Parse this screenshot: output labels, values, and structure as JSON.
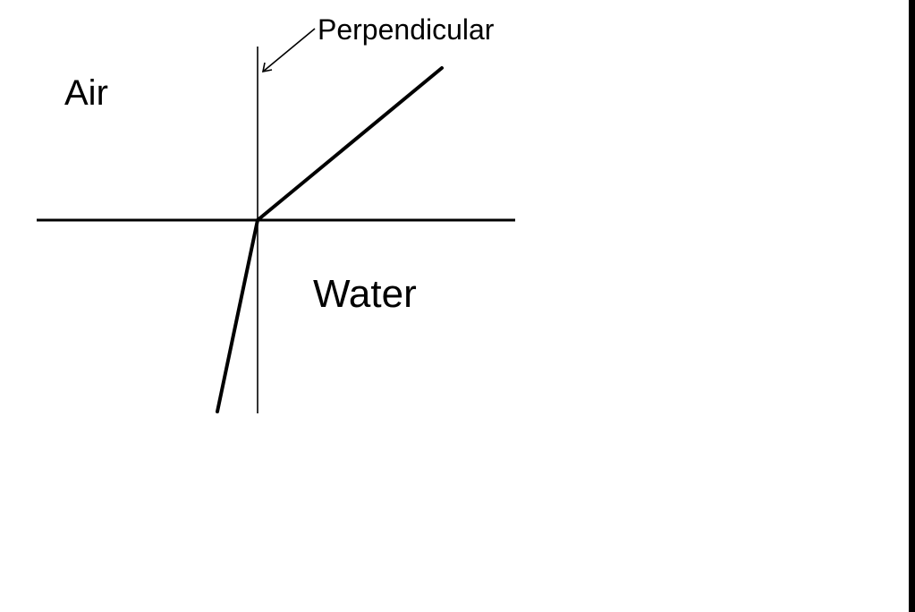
{
  "diagram": {
    "labels": {
      "perpendicular": "Perpendicular",
      "upper_medium": "Air",
      "lower_medium": "Water"
    },
    "elements": {
      "surface_line": "surface",
      "normal_line": "perpendicular",
      "incident_ray": "ray in air",
      "refracted_ray": "ray in water",
      "pointer": "arrow pointing to perpendicular"
    },
    "colors": {
      "background": "#ffffff",
      "ink": "#000000",
      "edge": "#000000"
    }
  }
}
